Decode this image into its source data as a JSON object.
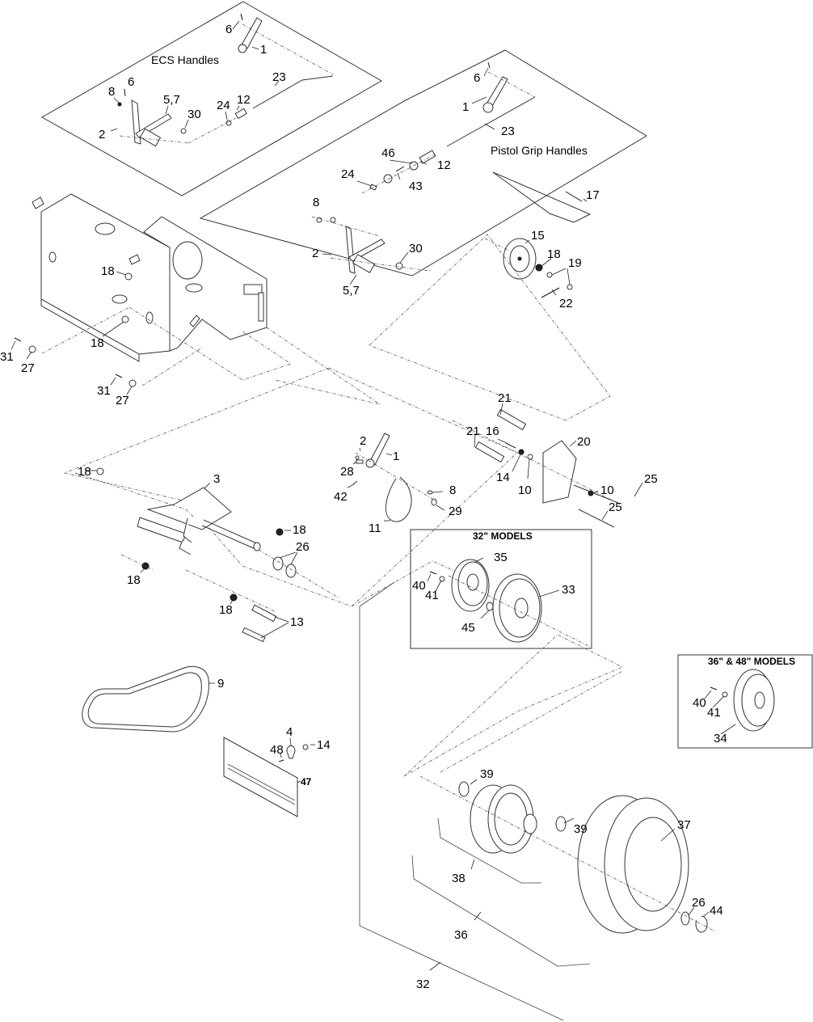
{
  "diagram": {
    "type": "exploded-parts-diagram",
    "group_labels": {
      "ecs_handles": "ECS Handles",
      "pistol_grip_handles": "Pistol Grip Handles"
    },
    "inset_boxes": {
      "models_32": {
        "title": "32\" MODELS",
        "callouts": [
          "35",
          "40",
          "41",
          "45",
          "33"
        ]
      },
      "models_36_48": {
        "title": "36\" & 48\" MODELS",
        "callouts": [
          "40",
          "41",
          "34"
        ]
      }
    },
    "callouts": {
      "ecs": [
        "6",
        "1",
        "23",
        "8",
        "6",
        "5,7",
        "30",
        "24",
        "12",
        "2"
      ],
      "pistol": [
        "6",
        "1",
        "23",
        "46",
        "12",
        "24",
        "43",
        "17",
        "8",
        "2",
        "30",
        "5,7",
        "15",
        "18",
        "19",
        "22"
      ],
      "frame": [
        "18",
        "18",
        "31",
        "27",
        "31",
        "27"
      ],
      "linkage": [
        "21",
        "21",
        "16",
        "20",
        "14",
        "10",
        "10",
        "25",
        "25",
        "2",
        "1",
        "28",
        "42",
        "8",
        "29",
        "11",
        "18",
        "3",
        "18",
        "26",
        "18",
        "18",
        "13"
      ],
      "belt_and_guard": [
        "9",
        "4",
        "48",
        "14",
        "47"
      ],
      "wheel": [
        "39",
        "39",
        "37",
        "38",
        "26",
        "44",
        "36",
        "32"
      ]
    }
  }
}
